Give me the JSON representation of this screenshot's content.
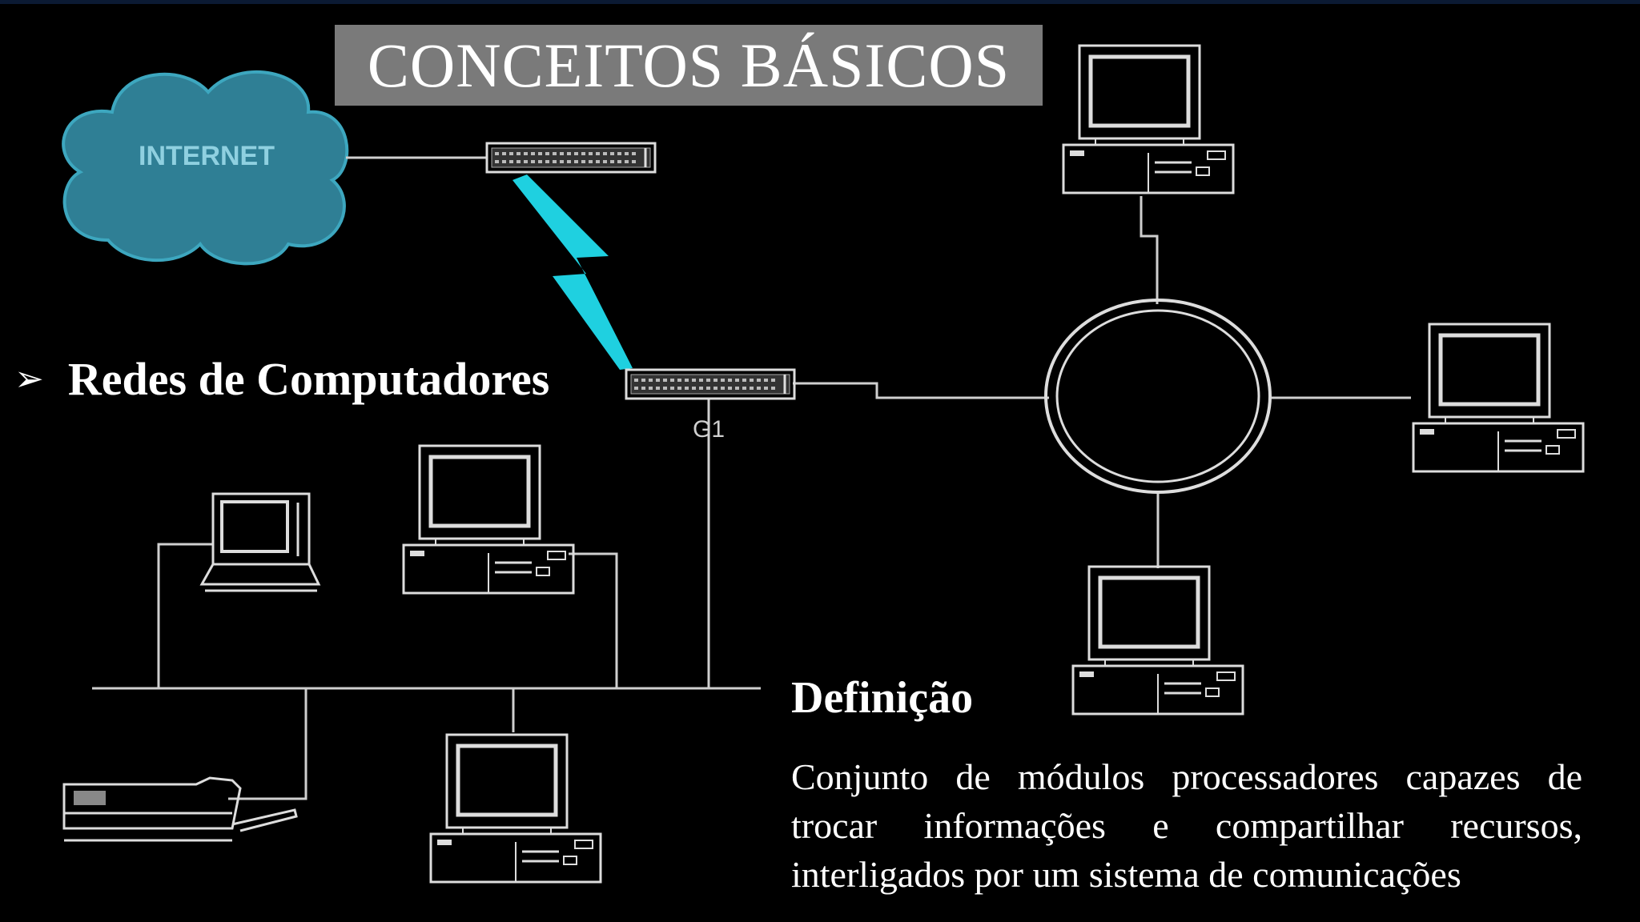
{
  "slide": {
    "title": "CONCEITOS BÁSICOS",
    "bullet": {
      "icon": "arrow-bullet-icon",
      "text": "Redes de Computadores"
    },
    "definition": {
      "heading": "Definição",
      "body": "Conjunto de módulos processadores capazes de trocar informações e compartilhar recursos, interligados por um sistema de comunicações"
    }
  },
  "diagram": {
    "cloud_label": "INTERNET",
    "router_label": "G1",
    "colors": {
      "cloud": "#2f7f95",
      "bolt": "#1fd0e0",
      "line": "#cfcfcf",
      "title_bg": "#7a7a7a"
    }
  }
}
